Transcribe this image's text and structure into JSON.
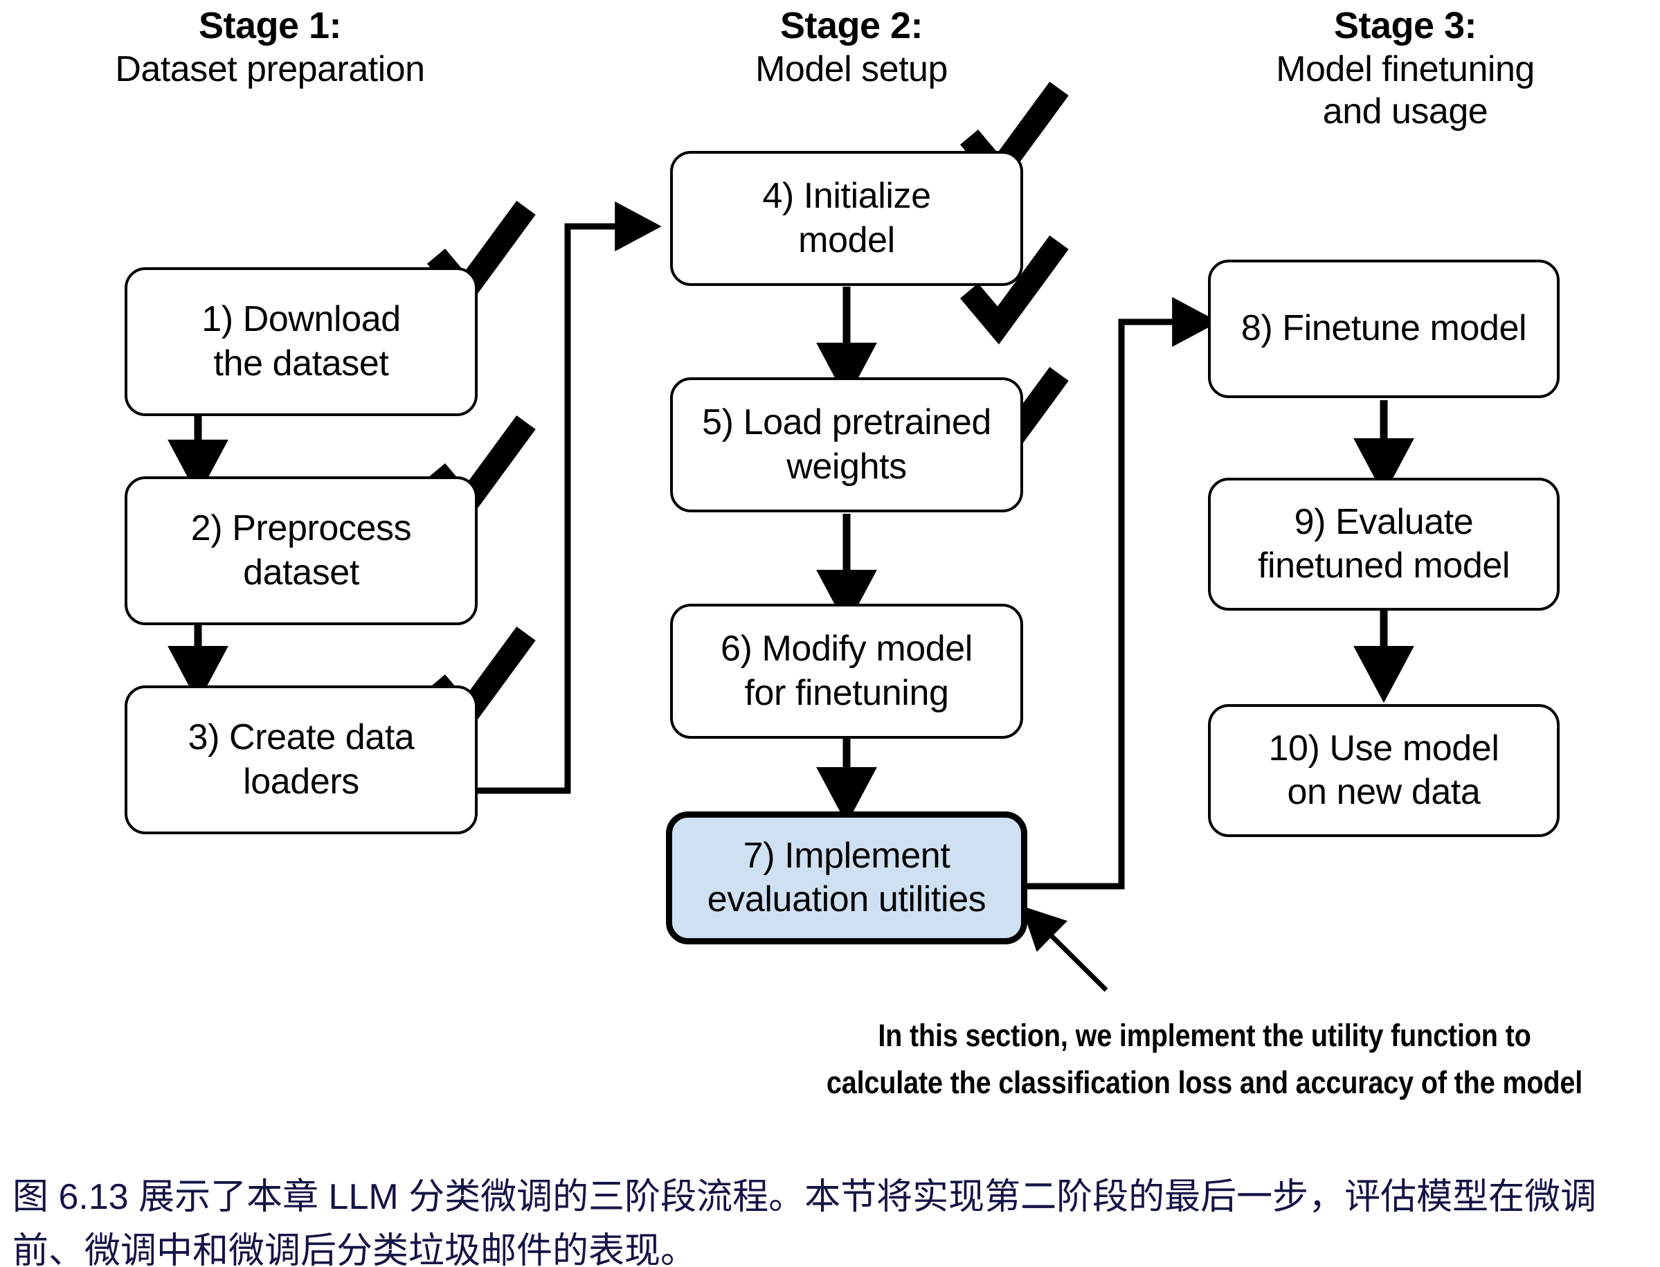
{
  "figure": {
    "stages": [
      {
        "title": "Stage 1:",
        "subtitle": "Dataset preparation"
      },
      {
        "title": "Stage 2:",
        "subtitle": "Model setup"
      },
      {
        "title": "Stage 3:",
        "subtitle_line1": "Model finetuning",
        "subtitle_line2": "and usage"
      }
    ],
    "nodes": [
      {
        "id": "node-1",
        "line1": "1) Download",
        "line2": "the dataset",
        "checked": true,
        "highlighted": false
      },
      {
        "id": "node-2",
        "line1": "2) Preprocess",
        "line2": "dataset",
        "checked": true,
        "highlighted": false
      },
      {
        "id": "node-3",
        "line1": "3) Create data",
        "line2": "loaders",
        "checked": true,
        "highlighted": false
      },
      {
        "id": "node-4",
        "line1": "4) Initialize",
        "line2": "model",
        "checked": true,
        "highlighted": false
      },
      {
        "id": "node-5",
        "line1": "5) Load pretrained",
        "line2": "weights",
        "checked": true,
        "highlighted": false
      },
      {
        "id": "node-6",
        "line1": "6) Modify model",
        "line2": "for finetuning",
        "checked": true,
        "highlighted": false
      },
      {
        "id": "node-7",
        "line1": "7) Implement",
        "line2": "evaluation utilities",
        "checked": false,
        "highlighted": true
      },
      {
        "id": "node-8",
        "line1": "8) Finetune model",
        "line2": "",
        "checked": false,
        "highlighted": false
      },
      {
        "id": "node-9",
        "line1": "9) Evaluate",
        "line2": "finetuned model",
        "checked": false,
        "highlighted": false
      },
      {
        "id": "node-10",
        "line1": "10) Use model",
        "line2": "on new data",
        "checked": false,
        "highlighted": false
      }
    ],
    "annotation": {
      "line1": "In this section, we implement the utility function to",
      "line2": "calculate the classification loss and accuracy of the model"
    },
    "caption": "图 6.13 展示了本章 LLM 分类微调的三阶段流程。本节将实现第二阶段的最后一步，评估模型在微调前、微调中和微调后分类垃圾邮件的表现。",
    "colors": {
      "highlight_fill": "#cfe0f2",
      "stroke": "#000000",
      "caption_text": "#141446",
      "background": "#ffffff"
    }
  }
}
